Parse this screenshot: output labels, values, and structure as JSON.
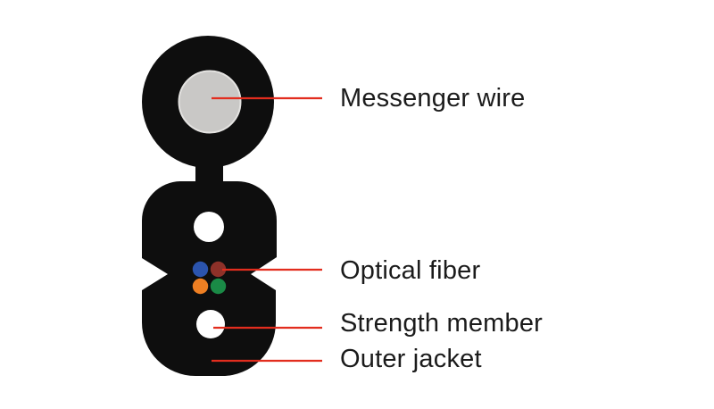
{
  "labels": {
    "messenger_wire": "Messenger wire",
    "optical_fiber": "Optical fiber",
    "strength_member": "Strength member",
    "outer_jacket": "Outer jacket"
  },
  "colors": {
    "background": "#ffffff",
    "jacket_black": "#0e0e0e",
    "messenger_gray": "#c9c8c6",
    "messenger_gray_edge": "#e4e3e1",
    "hole_white": "#ffffff",
    "leader_red": "#e22d1e",
    "text": "#1b1b1b"
  },
  "fibers": [
    {
      "name": "fiber-blue",
      "color": "#2b54ae"
    },
    {
      "name": "fiber-brown",
      "color": "#8e3129"
    },
    {
      "name": "fiber-orange",
      "color": "#ee7f23"
    },
    {
      "name": "fiber-green",
      "color": "#1a8a46"
    }
  ]
}
